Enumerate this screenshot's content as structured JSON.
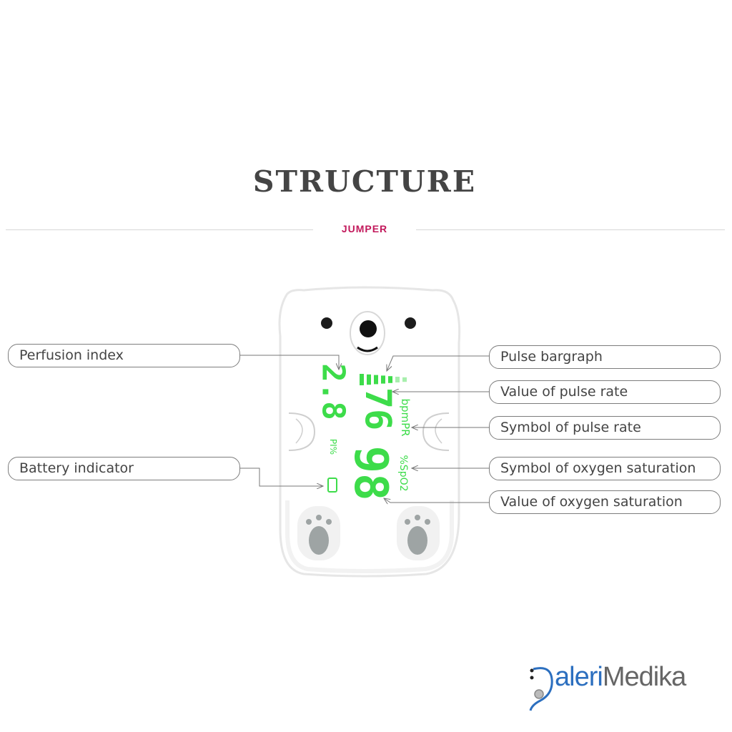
{
  "title": "STRUCTURE",
  "brand": "JUMPER",
  "device_display": {
    "pi_value": "2.8",
    "pi_unit": "PI%",
    "pulse_value": "76",
    "pulse_unit": "bpmPR",
    "spo2_value": "98",
    "spo2_unit": "%SpO2",
    "bargraph_filled": 5,
    "bargraph_total": 7
  },
  "callouts": {
    "perfusion_index": "Perfusion index",
    "battery_indicator": "Battery indicator",
    "pulse_bargraph": "Pulse bargraph",
    "value_pulse_rate": "Value of pulse rate",
    "symbol_pulse_rate": "Symbol of pulse rate",
    "symbol_oxygen_saturation": "Symbol of oxygen saturation",
    "value_oxygen_saturation": "Value of oxygen saturation"
  },
  "watermark": {
    "part1": "aleri",
    "part2": "Medika"
  },
  "colors": {
    "led_green": "#3ddc4a",
    "brand_pink": "#c2185b",
    "watermark_blue": "#2c6fbf"
  }
}
